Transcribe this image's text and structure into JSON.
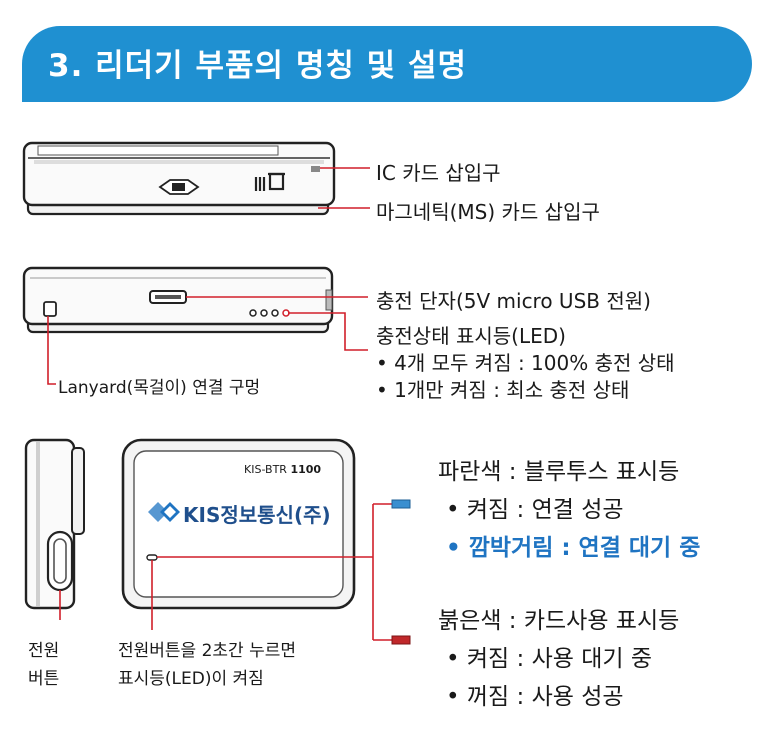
{
  "section": {
    "title": "3. 리더기 부품의 명칭 및 설명"
  },
  "top_view": {
    "ic_slot": "IC 카드 삽입구",
    "ms_slot": "마그네틱(MS) 카드 삽입구"
  },
  "side_view": {
    "charge_port": "충전 단자(5V micro USB 전원)",
    "led_title": "충전상태 표시등(LED)",
    "led_line1": "• 4개 모두 켜짐 : 100% 충전 상태",
    "led_line2": "• 1개만 켜짐 : 최소 충전 상태",
    "lanyard": "Lanyard(목걸이) 연결 구멍"
  },
  "front_view": {
    "model": "KIS-BTR",
    "model_num": "1100",
    "brand": "KIS정보통신(주)",
    "power_label_1": "전원",
    "power_label_2": "버튼",
    "power_desc_1": "전원버튼을 2초간 누르면",
    "power_desc_2": "표시등(LED)이 켜짐",
    "blue_title": "파란색 : 블루투스 표시등",
    "blue_on": "• 켜짐 : 연결 성공",
    "blue_blink": "• 깜박거림 : 연결 대기 중",
    "red_title": "붉은색 : 카드사용 표시등",
    "red_on": "• 켜짐 : 사용 대기 중",
    "red_off": "• 꺼짐 : 사용 성공"
  },
  "colors": {
    "banner": "#1f90d1",
    "blue_led": "#3a8fd0",
    "red_led": "#c0282a",
    "leader": "#d11f2a"
  }
}
